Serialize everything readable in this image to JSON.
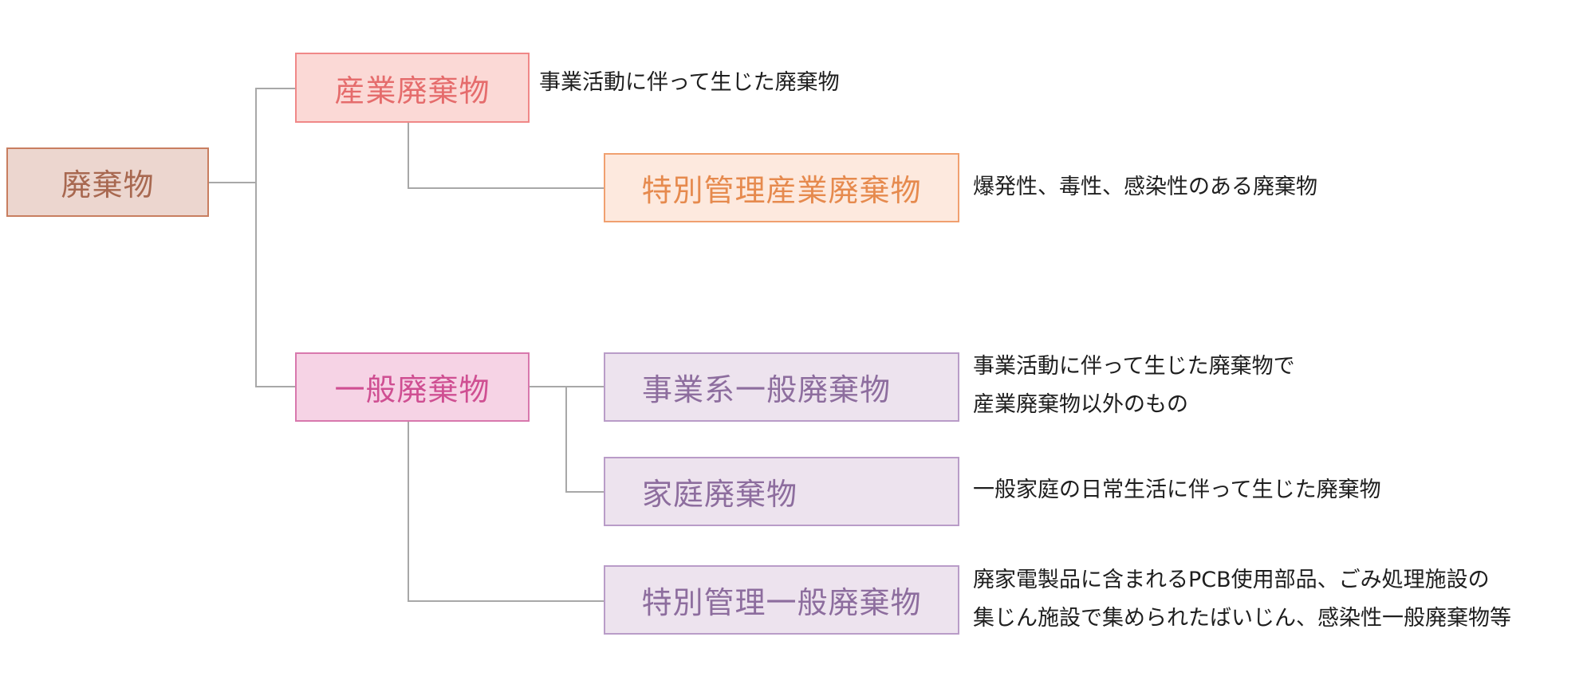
{
  "nodes": {
    "root": "廃棄物",
    "industrial": "産業廃棄物",
    "industrial_special": "特別管理産業廃棄物",
    "general": "一般廃棄物",
    "business_general": "事業系一般廃棄物",
    "household": "家庭廃棄物",
    "general_special": "特別管理一般廃棄物"
  },
  "descriptions": {
    "industrial": "事業活動に伴って生じた廃棄物",
    "industrial_special": "爆発性、毒性、感染性のある廃棄物",
    "business_general": [
      "事業活動に伴って生じた廃棄物で",
      "産業廃棄物以外のもの"
    ],
    "household": "一般家庭の日常生活に伴って生じた廃棄物",
    "general_special": [
      "廃家電製品に含まれるPCB使用部品、ごみ処理施設の",
      "集じん施設で集められたばいじん、感染性一般廃棄物等"
    ]
  }
}
